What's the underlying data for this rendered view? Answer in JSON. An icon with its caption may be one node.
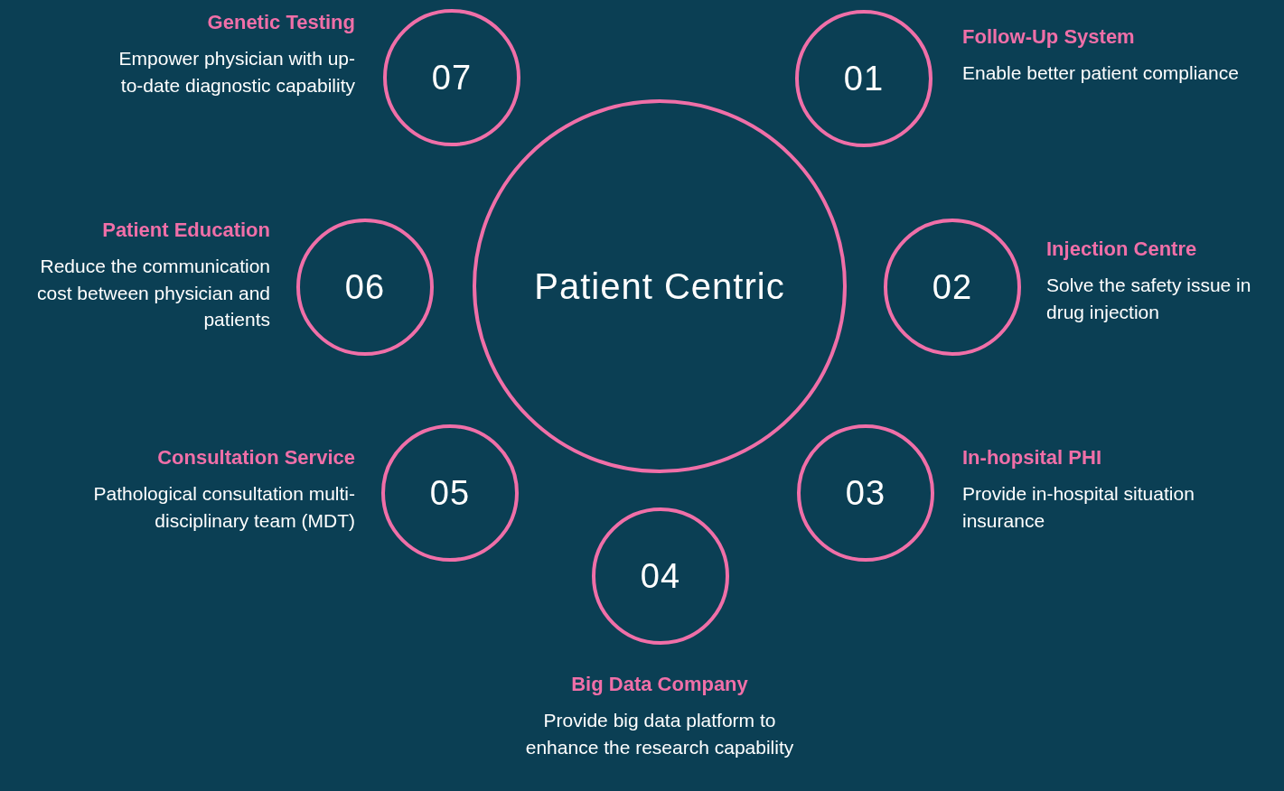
{
  "diagram": {
    "nodes": [
      {
        "text": [
          "Patient Centric"
        ]
      },
      {
        "text": [
          "01"
        ],
        "beside": [
          "Follow-Up System",
          "Enable better patient compliance"
        ]
      },
      {
        "text": [
          "02"
        ],
        "beside": [
          "Injection Centre",
          "Solve the safety issue in drug injection"
        ]
      },
      {
        "text": [
          "03"
        ],
        "beside": [
          "In-hopsital PHI",
          "Provide in-hospital situation insurance"
        ]
      },
      {
        "text": [
          "04"
        ],
        "beside": [
          "Big Data Company",
          "Provide big data platform to enhance the research capability"
        ]
      },
      {
        "text": [
          "05"
        ],
        "beside": [
          "Consultation Service",
          "Pathological consultation multi-disciplinary team (MDT)"
        ]
      },
      {
        "text": [
          "06"
        ],
        "beside": [
          "Patient Education",
          "Reduce the communication cost between physician and patients"
        ]
      },
      {
        "text": [
          "07"
        ],
        "beside": [
          "Genetic Testing",
          "Empower physician with up-to-date diagnostic capability"
        ]
      }
    ],
    "edges": []
  }
}
